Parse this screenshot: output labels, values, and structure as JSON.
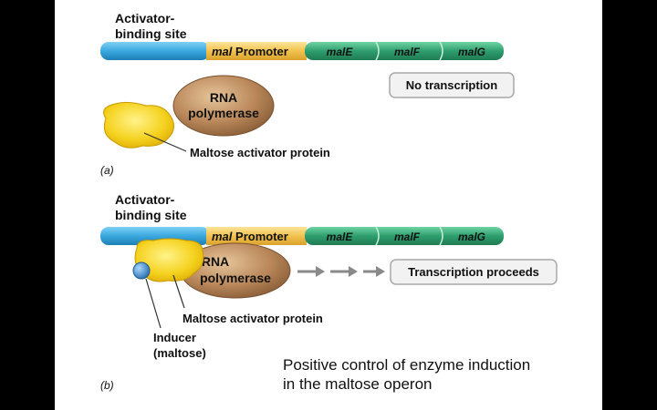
{
  "panel_a": {
    "site_label_line1": "Activator-",
    "site_label_line2": "binding site",
    "promoter_italic": "mal",
    "promoter_text": " Promoter",
    "genes": [
      "malE",
      "malF",
      "malG"
    ],
    "rna_line1": "RNA",
    "rna_line2": "polymerase",
    "activator_label": "Maltose activator protein",
    "status": "No transcription",
    "tag": "(a)"
  },
  "panel_b": {
    "site_label_line1": "Activator-",
    "site_label_line2": "binding site",
    "promoter_italic": "mal",
    "promoter_text": " Promoter",
    "genes": [
      "malE",
      "malF",
      "malG"
    ],
    "rna_line1": "RNA",
    "rna_line2": "polymerase",
    "activator_label": "Maltose activator protein",
    "inducer_line1": "Inducer",
    "inducer_line2": "(maltose)",
    "status": "Transcription proceeds",
    "tag": "(b)"
  },
  "caption": {
    "line1": "Positive control of enzyme induction",
    "line2": "in the maltose operon"
  },
  "colors": {
    "binding_site": "#3aa8de",
    "promoter": "#f2c24e",
    "genes": "#2f9e6e",
    "activator": "#f5d21f",
    "polymerase": "#b9875a",
    "inducer": "#3b8fd0",
    "arrow": "#8a8a8a"
  }
}
